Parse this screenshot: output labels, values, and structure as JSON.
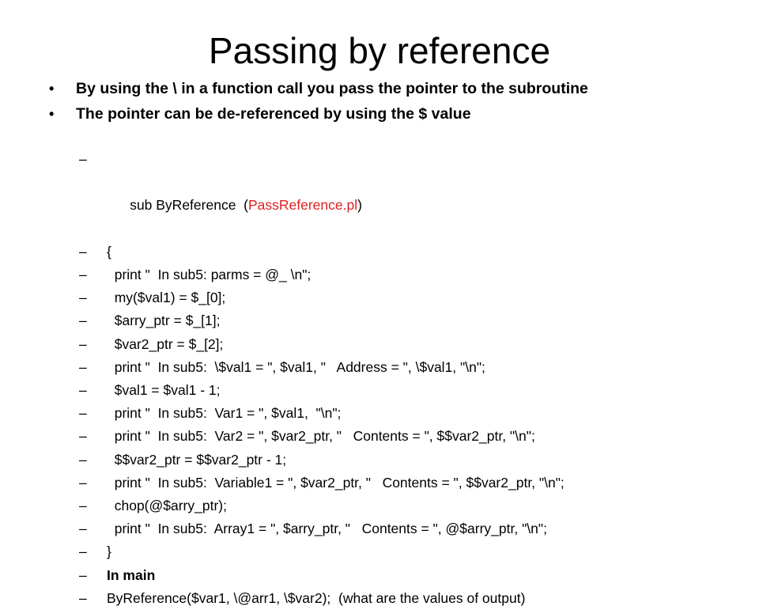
{
  "slide": {
    "title": "Passing by reference",
    "bullets": [
      "By using the \\ in a function call you pass the pointer to the subroutine",
      "The pointer can be de-referenced by using the $ value"
    ],
    "bullet_marker": "•",
    "dash_marker": "–",
    "code_first_line": {
      "prefix": "sub ByReference  (",
      "filename": "PassReference.pl",
      "suffix": ")"
    },
    "code_lines": [
      "{",
      "  print \"  In sub5: parms = @_ \\n\";",
      "  my($val1) = $_[0];",
      "  $arry_ptr = $_[1];",
      "  $var2_ptr = $_[2];",
      "  print \"  In sub5:  \\$val1 = \", $val1, \"   Address = \", \\$val1, \"\\n\";",
      "  $val1 = $val1 - 1;",
      "  print \"  In sub5:  Var1 = \", $val1,  \"\\n\";",
      "  print \"  In sub5:  Var2 = \", $var2_ptr, \"   Contents = \", $$var2_ptr, \"\\n\";",
      "  $$var2_ptr = $$var2_ptr - 1;",
      "  print \"  In sub5:  Variable1 = \", $var2_ptr, \"   Contents = \", $$var2_ptr, \"\\n\";",
      "  chop(@$arry_ptr);",
      "  print \"  In sub5:  Array1 = \", $arry_ptr, \"   Contents = \", @$arry_ptr, \"\\n\";",
      "}"
    ],
    "main_label": "In main",
    "call_line": "ByReference($var1, \\@arr1, \\$var2);  (what are the values of output)",
    "colors": {
      "text": "#000000",
      "filename_highlight": "#e02020",
      "background": "#ffffff"
    }
  }
}
